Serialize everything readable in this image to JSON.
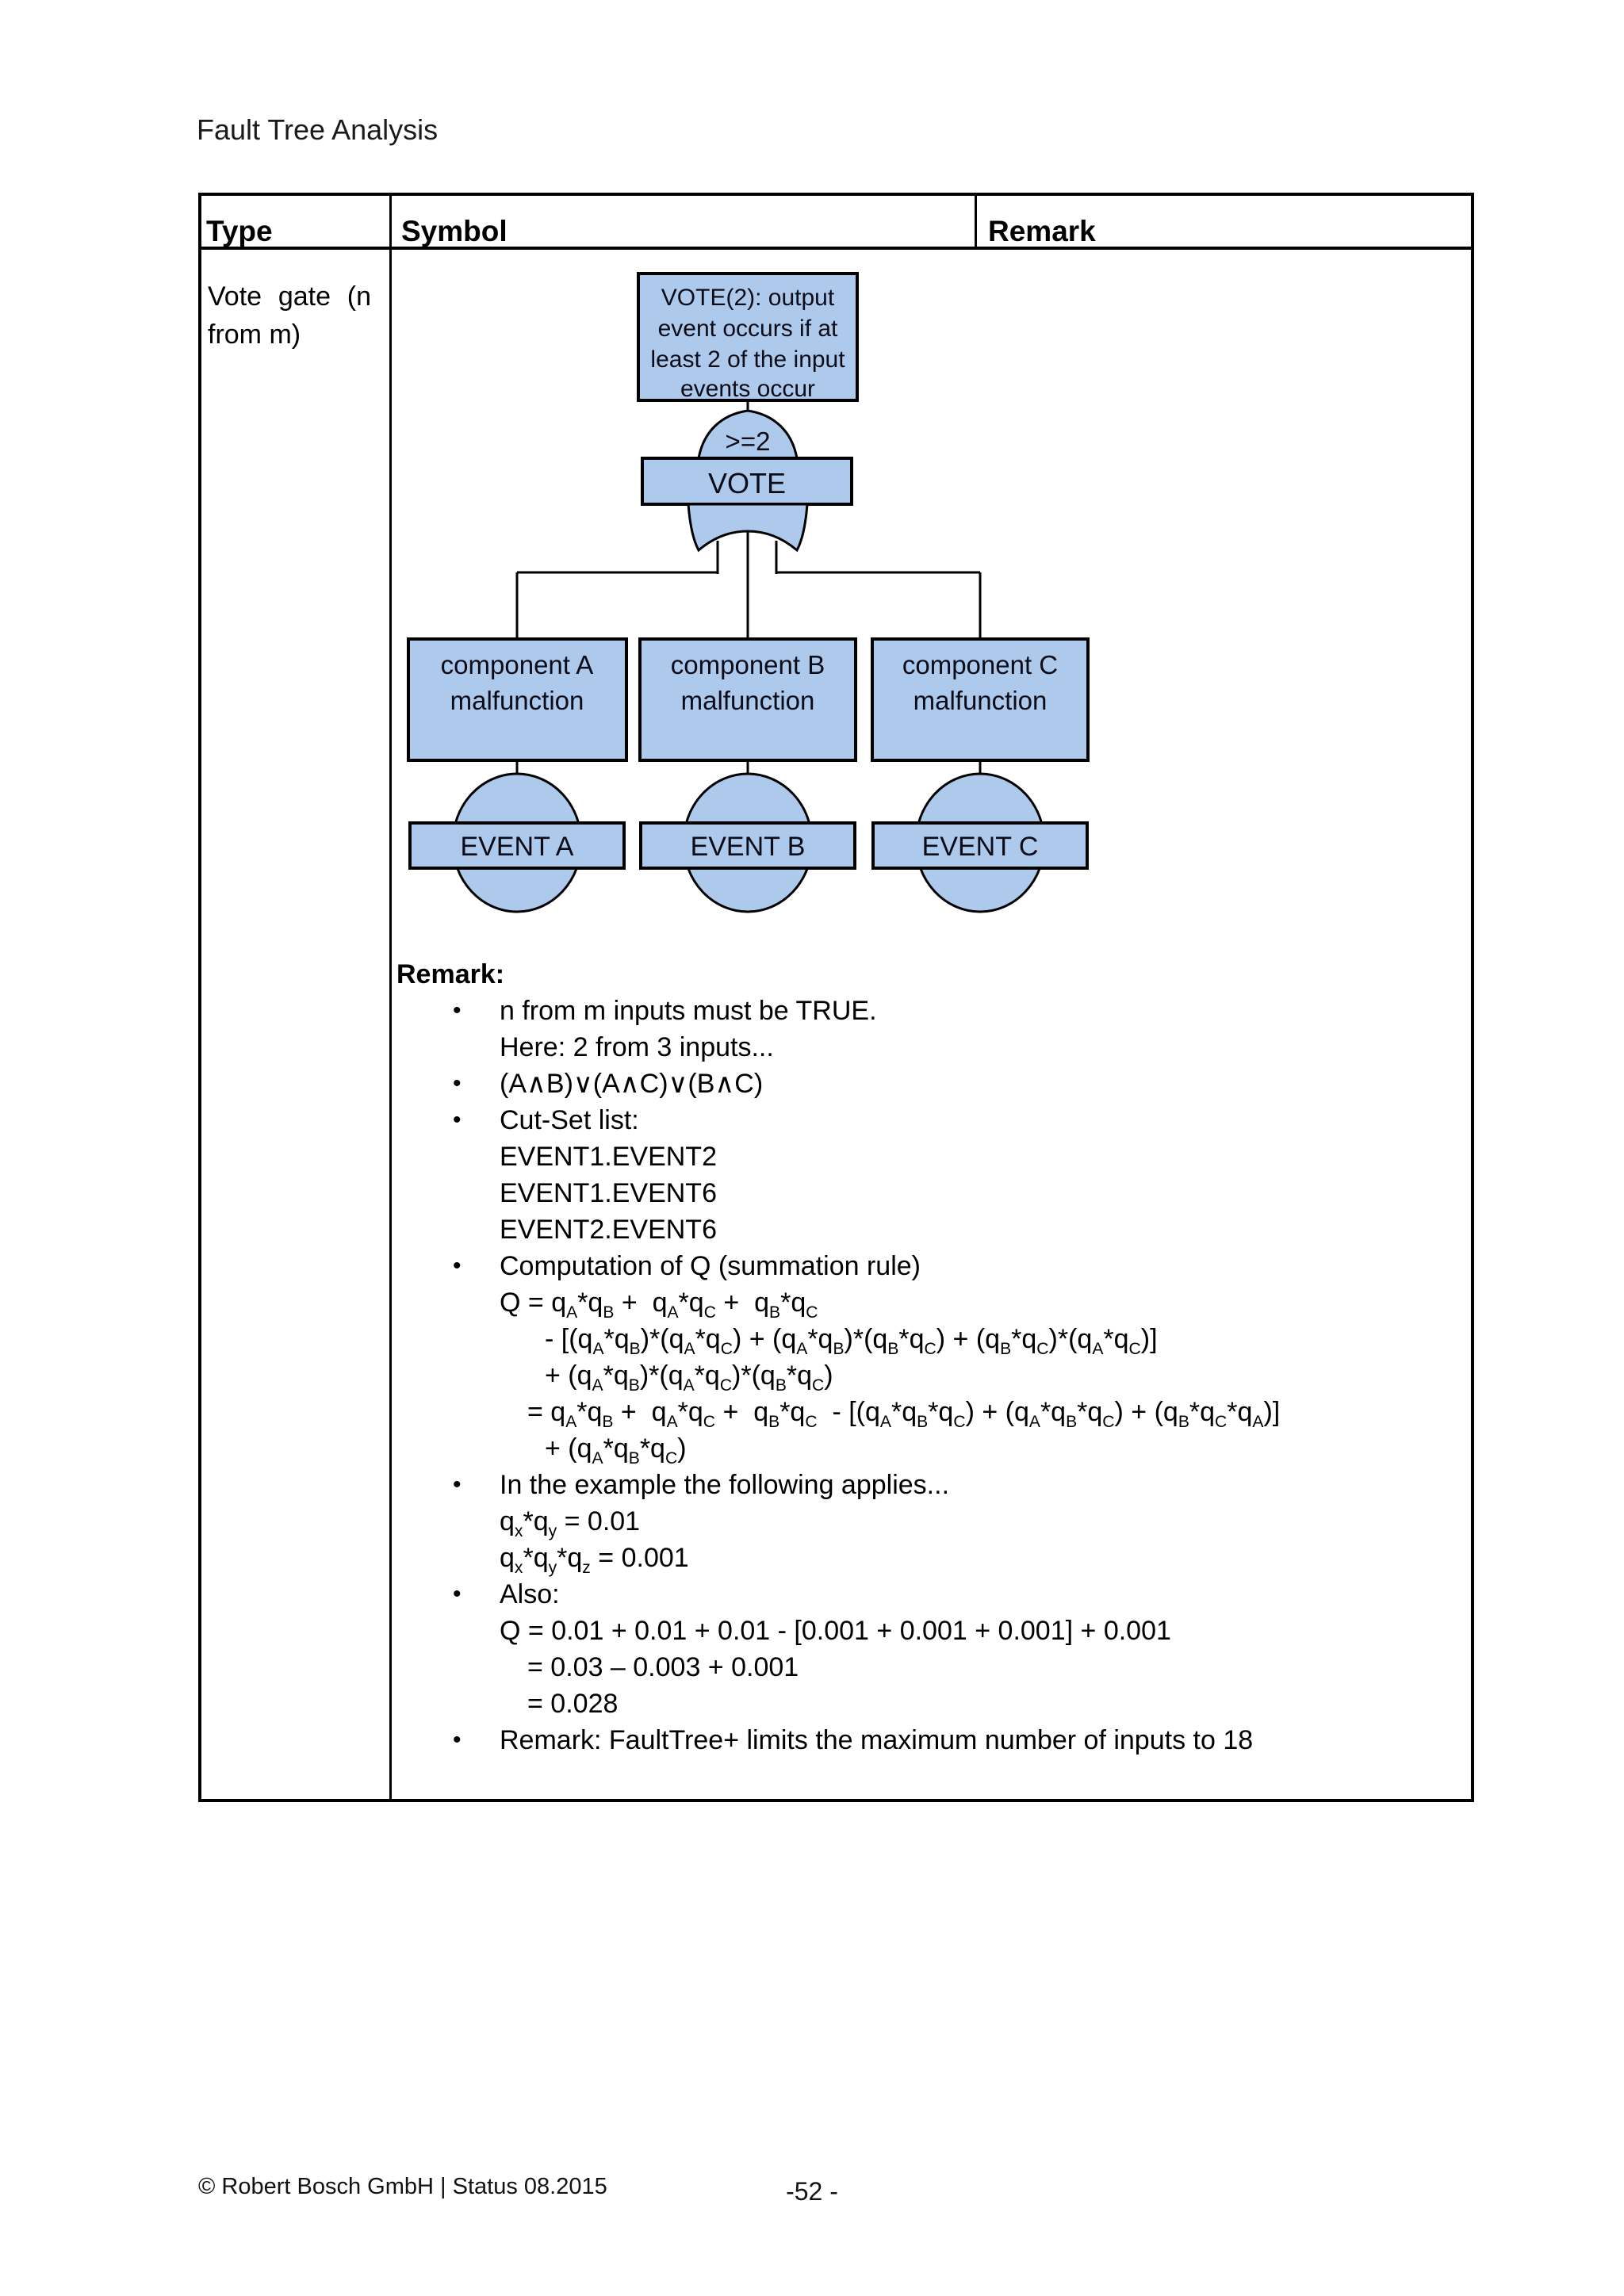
{
  "page": {
    "title": "Fault Tree Analysis",
    "footer_left": "© Robert Bosch GmbH | Status 08.2015",
    "footer_page": "-52 -"
  },
  "table": {
    "headers": [
      "Type",
      "Symbol",
      "Remark"
    ],
    "type_lines": [
      "Vote gate (n",
      "from m)"
    ]
  },
  "diagram": {
    "colors": {
      "fill": "#adc9ec",
      "stroke": "#000000"
    },
    "note_lines": [
      "VOTE(2): output",
      "event occurs if at",
      "least 2 of the input",
      "events occur"
    ],
    "gate_condition": ">=2",
    "gate_label": "VOTE",
    "components": [
      {
        "line1": "component A",
        "line2": "malfunction",
        "event": "EVENT A"
      },
      {
        "line1": "component B",
        "line2": "malfunction",
        "event": "EVENT B"
      },
      {
        "line1": "component C",
        "line2": "malfunction",
        "event": "EVENT C"
      }
    ]
  },
  "remark": {
    "lines": [
      {
        "kind": "head",
        "text": "Remark:"
      },
      {
        "kind": "b",
        "text": "n from m inputs must be TRUE."
      },
      {
        "kind": "p",
        "text": "Here: 2 from 3 inputs..."
      },
      {
        "kind": "b",
        "text": "(A∧B)∨(A∧C)∨(B∧C)"
      },
      {
        "kind": "b",
        "text": "Cut-Set list:"
      },
      {
        "kind": "p",
        "text": "EVENT1.EVENT2"
      },
      {
        "kind": "p",
        "text": "EVENT1.EVENT6"
      },
      {
        "kind": "p",
        "text": "EVENT2.EVENT6"
      },
      {
        "kind": "b",
        "text": "Computation of Q (summation rule)"
      },
      {
        "kind": "p",
        "text": "Q = q_A*q_B +  q_A*q_C +  q_B*q_C"
      },
      {
        "kind": "s2",
        "text": "- [(q_A*q_B)*(q_A*q_C) + (q_A*q_B)*(q_B*q_C) + (q_B*q_C)*(q_A*q_C)]"
      },
      {
        "kind": "s2",
        "text": "+ (q_A*q_B)*(q_A*q_C)*(q_B*q_C)"
      },
      {
        "kind": "s1",
        "text": "= q_A*q_B +  q_A*q_C +  q_B*q_C  - [(q_A*q_B*q_C) + (q_A*q_B*q_C) + (q_B*q_C*q_A)]"
      },
      {
        "kind": "s2",
        "text": "+ (q_A*q_B*q_C)"
      },
      {
        "kind": "b",
        "text": "In the example the following applies..."
      },
      {
        "kind": "p",
        "text": "q_x*q_y = 0.01"
      },
      {
        "kind": "p",
        "text": "q_x*q_y*q_z = 0.001"
      },
      {
        "kind": "b",
        "text": "Also:"
      },
      {
        "kind": "p",
        "text": "Q = 0.01 + 0.01 + 0.01 - [0.001 + 0.001 + 0.001] + 0.001"
      },
      {
        "kind": "s1",
        "text": "= 0.03 – 0.003 + 0.001"
      },
      {
        "kind": "s1",
        "text": "= 0.028"
      },
      {
        "kind": "b",
        "text": "Remark: FaultTree+ limits the maximum number of inputs to 18"
      }
    ]
  }
}
